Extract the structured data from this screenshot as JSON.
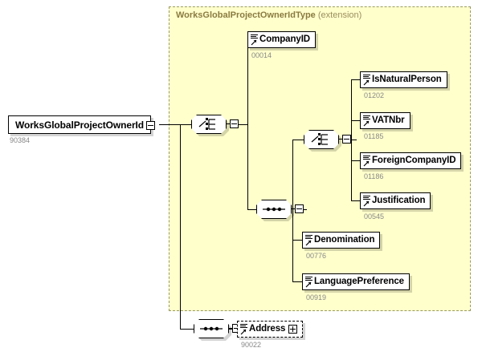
{
  "diagram": {
    "kind": "xsd-schema-tree",
    "panel": {
      "title": "WorksGlobalProjectOwnerIdType",
      "subtitle": "(extension)",
      "background_color": "#ffffcc",
      "border_color": "#999966"
    },
    "root": {
      "label": "WorksGlobalProjectOwnerId",
      "code": "90384"
    },
    "compositors": [
      {
        "name": "choice-top",
        "type": "choice"
      },
      {
        "name": "choice-inner",
        "type": "choice"
      },
      {
        "name": "sequence-inner",
        "type": "sequence"
      },
      {
        "name": "sequence-bottom",
        "type": "sequence"
      }
    ],
    "elements": [
      {
        "label": "CompanyID",
        "code": "00014",
        "optional": false,
        "expandable": false
      },
      {
        "label": "IsNaturalPerson",
        "code": "01202",
        "optional": false,
        "expandable": false
      },
      {
        "label": "VATNbr",
        "code": "01185",
        "optional": false,
        "expandable": false
      },
      {
        "label": "ForeignCompanyID",
        "code": "01186",
        "optional": false,
        "expandable": false
      },
      {
        "label": "Justification",
        "code": "00545",
        "optional": false,
        "expandable": false
      },
      {
        "label": "Denomination",
        "code": "00776",
        "optional": false,
        "expandable": false
      },
      {
        "label": "LanguagePreference",
        "code": "00919",
        "optional": false,
        "expandable": false
      },
      {
        "label": "Address",
        "code": "90022",
        "optional": true,
        "expandable": true
      }
    ]
  }
}
